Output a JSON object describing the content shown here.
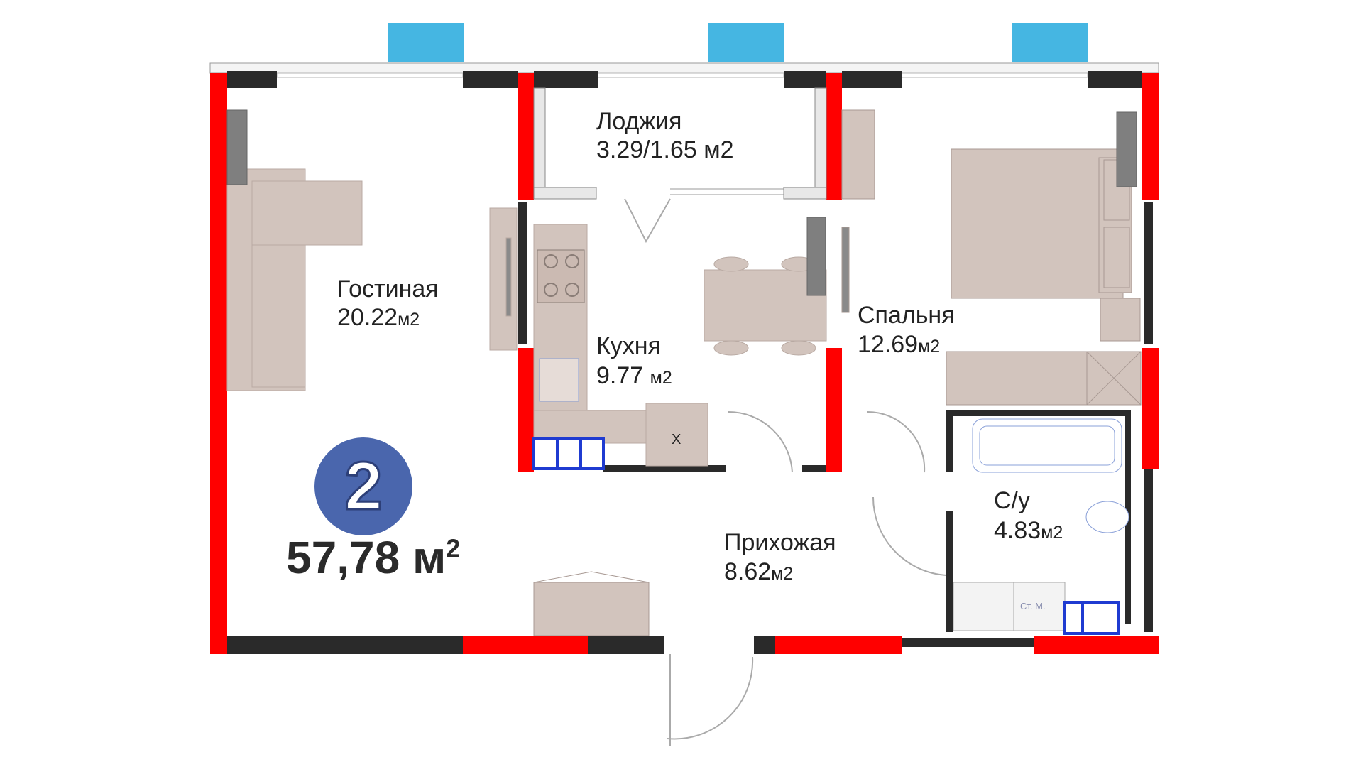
{
  "plan": {
    "rooms": [
      {
        "id": "living",
        "name": "Гостиная",
        "area": "20.22",
        "unit": "м2"
      },
      {
        "id": "loggia",
        "name": "Лоджия",
        "area": "3.29/1.65 м2",
        "unit": ""
      },
      {
        "id": "kitchen",
        "name": "Кухня",
        "area": "9.77",
        "unit": "м2"
      },
      {
        "id": "bedroom",
        "name": "Спальня",
        "area": "12.69",
        "unit": "м2"
      },
      {
        "id": "bathroom",
        "name": "С/у",
        "area": "4.83",
        "unit": "м2"
      },
      {
        "id": "hall",
        "name": "Прихожая",
        "area": "8.62",
        "unit": "м2"
      }
    ],
    "rooms_count": "2",
    "total_area": "57,78 м",
    "total_area_sup": "2",
    "fixture_labels": {
      "stove_mark": "X",
      "washer": "Ст. М."
    },
    "colors": {
      "wall_red": "#ff0000",
      "wall_dark": "#2a2a2a",
      "window_blue": "#45b6e2",
      "furniture": "#d2c4bd",
      "badge": "#4a66ad",
      "fixture_blue": "#1f3bd1"
    }
  }
}
